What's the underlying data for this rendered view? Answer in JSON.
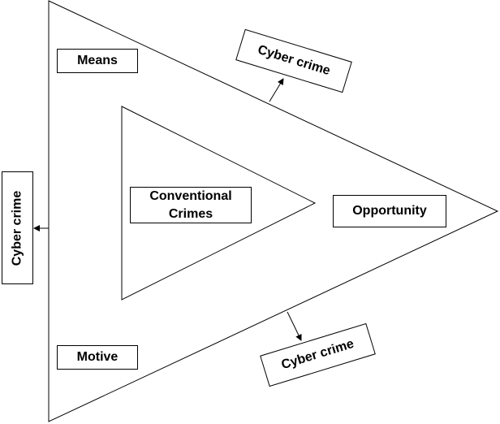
{
  "labels": {
    "means": "Means",
    "motive": "Motive",
    "conventional": "Conventional Crimes",
    "opportunity": "Opportunity",
    "cyber_left": "Cyber crime",
    "cyber_top": "Cyber crime",
    "cyber_bottom": "Cyber crime"
  },
  "colors": {
    "stroke": "#000000",
    "background": "#ffffff"
  }
}
